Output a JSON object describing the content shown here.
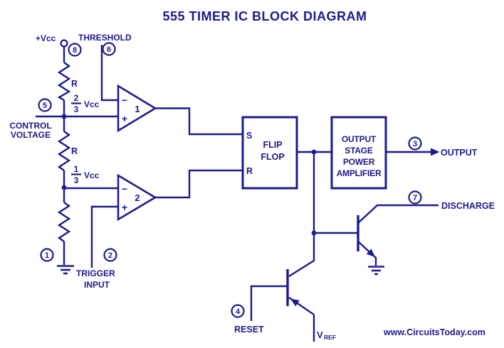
{
  "colors": {
    "ink": "#1b1b8e",
    "bg": "#ffffff"
  },
  "title": "555 TIMER IC BLOCK DIAGRAM",
  "labels": {
    "vcc": "+Vcc",
    "threshold": "THRESHOLD",
    "control_line1": "CONTROL",
    "control_line2": "VOLTAGE",
    "trigger_line1": "TRIGGER",
    "trigger_line2": "INPUT",
    "reset": "RESET",
    "output": "OUTPUT",
    "discharge": "DISCHARGE",
    "vref_main": "V",
    "vref_sub": "REF",
    "resistor_upper": "R",
    "resistor_middle": "R",
    "frac23_num": "2",
    "frac23_den": "3",
    "frac23_unit": "Vcc",
    "frac13_num": "1",
    "frac13_den": "3",
    "frac13_unit": "Vcc"
  },
  "comparators": [
    {
      "number": "1",
      "minus": "−",
      "plus": "+"
    },
    {
      "number": "2",
      "minus": "−",
      "plus": "+"
    }
  ],
  "flip_flop": {
    "line1": "FLIP",
    "line2": "FLOP",
    "set_label": "S",
    "reset_label": "R"
  },
  "output_stage": {
    "line1": "OUTPUT",
    "line2": "STAGE",
    "line3": "POWER",
    "line4": "AMPLIFIER"
  },
  "pins": {
    "p1": "1",
    "p2": "2",
    "p3": "3",
    "p4": "4",
    "p5": "5",
    "p6": "6",
    "p7": "7",
    "p8": "8"
  },
  "footer": {
    "website": "www.CircuitsToday.com"
  }
}
